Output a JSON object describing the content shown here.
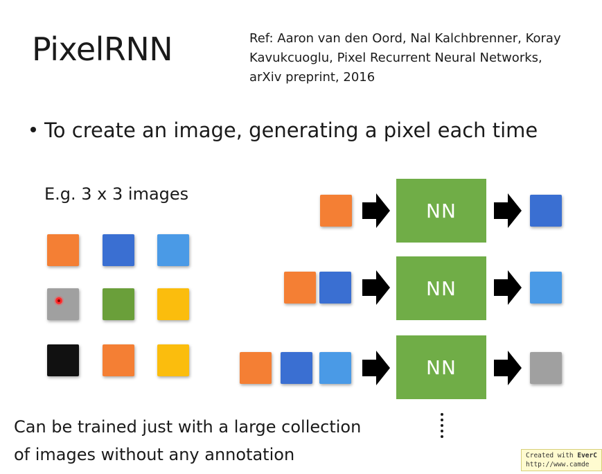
{
  "slide": {
    "title": "PixelRNN",
    "reference": [
      "Ref: Aaron van den Oord, Nal Kalchbrenner, Koray",
      "Kavukcuoglu, Pixel Recurrent Neural Networks,",
      "arXiv preprint, 2016"
    ],
    "bullet": "To create an image, generating a pixel each time",
    "example_label": "E.g. 3 x 3 images",
    "caption": [
      "Can be trained just with a large collection",
      "of images without any annotation"
    ],
    "nn_label": "NN",
    "watermark_line1_prefix": "Created with ",
    "watermark_line1_bold": "EverC",
    "watermark_line2": "http://www.camde"
  },
  "colors": {
    "orange": "#f47f34",
    "blue": "#3a6fd2",
    "light_blue": "#4a9ae6",
    "gray": "#a0a0a0",
    "green": "#6a9f3a",
    "yellow": "#fbbd0d",
    "black": "#111111",
    "nn_box": "#70ad47",
    "arrow": "#000000"
  },
  "grid": [
    [
      "orange",
      "blue",
      "light_blue"
    ],
    [
      "gray",
      "green",
      "yellow"
    ],
    [
      "black",
      "orange",
      "yellow"
    ]
  ],
  "sequence_rows": [
    {
      "inputs": [
        "orange"
      ],
      "output": "blue"
    },
    {
      "inputs": [
        "orange",
        "blue"
      ],
      "output": "light_blue"
    },
    {
      "inputs": [
        "orange",
        "blue",
        "light_blue"
      ],
      "output": "gray"
    }
  ]
}
